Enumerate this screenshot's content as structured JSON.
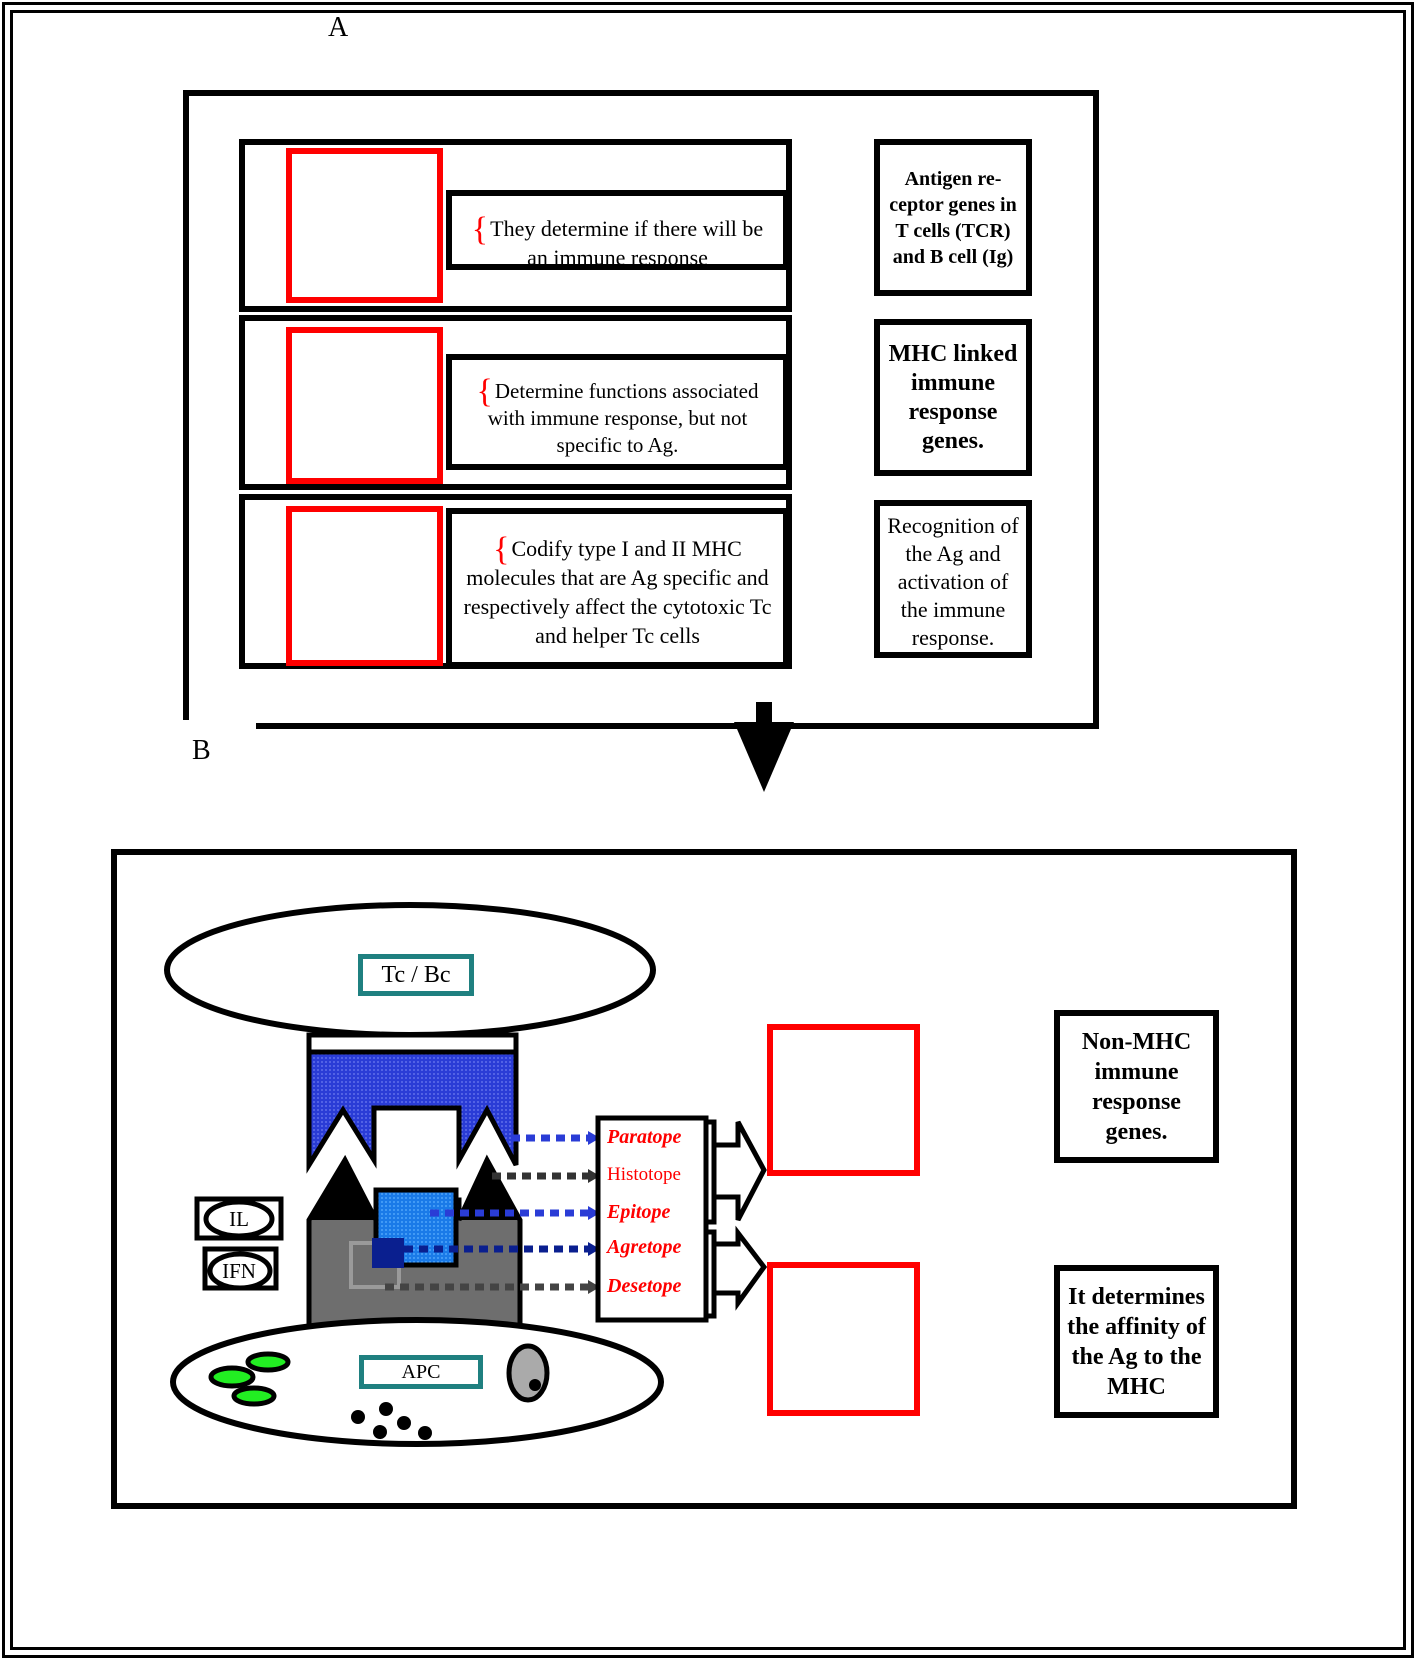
{
  "panels": {
    "a": "A",
    "b": "B"
  },
  "section_a": {
    "rows": [
      {
        "description": "They determine if there will be an immune response"
      },
      {
        "description": "Determine functions associated with immune response, but not specific to Ag."
      },
      {
        "description": "Codify type I and II MHC molecules that are Ag specific and respectively affect the cytotoxic Tc and helper Tc cells"
      }
    ],
    "gene_boxes": [
      "Antigen re-ceptor genes in T cells (TCR) and B cell (Ig)",
      "MHC linked immune response genes.",
      "Recognition of the Ag and activation of the immune response."
    ]
  },
  "section_b": {
    "cells": {
      "top": "Tc / Bc",
      "bottom": "APC"
    },
    "cytokines": [
      "IL",
      "IFN"
    ],
    "topes": [
      "Paratope",
      "Histotope",
      "Epitope",
      "Agretope",
      "Desetope"
    ],
    "gene_boxes": [
      "Non-MHC immune response genes.",
      "It determines the affinity of the Ag to the MHC"
    ]
  },
  "colors": {
    "frame": "#000000",
    "answer_box": "#ff0000",
    "cell_label_border": "#1f8080",
    "receptor": "#2a3cd6",
    "antigen": "#1a7ae8",
    "agretope_block": "#0a1f8f",
    "mhc": "#6e6e6e",
    "vesicle": "#22ee22",
    "tope_label": "#ff0000"
  }
}
